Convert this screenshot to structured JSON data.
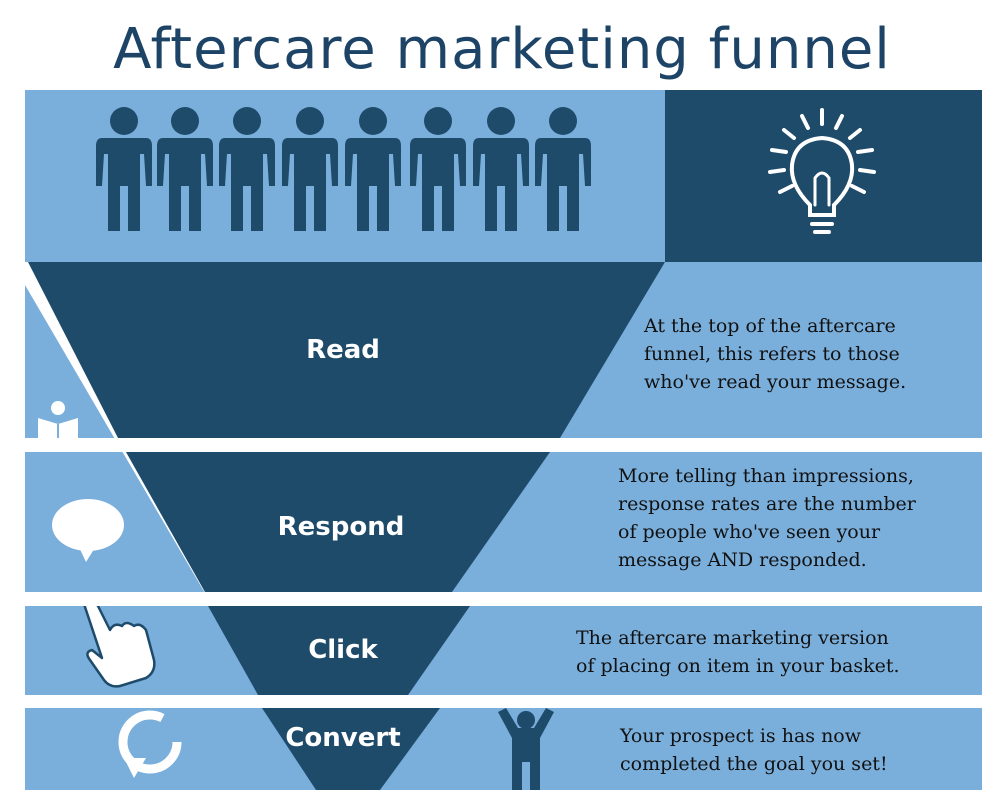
{
  "title": "Aftercare marketing funnel",
  "colors": {
    "light": "#7aaedb",
    "dark": "#1f4b6b",
    "title": "#1d4466",
    "white": "#ffffff"
  },
  "icons": [
    "people-icon",
    "lightbulb-icon",
    "reading-icon",
    "speech-bubble-icon",
    "pointer-hand-icon",
    "refresh-icon",
    "person-cheering-icon"
  ],
  "stages": [
    {
      "label": "Read",
      "description": [
        "At the top of the aftercare",
        "funnel, this refers to those",
        "who've read your message."
      ]
    },
    {
      "label": "Respond",
      "description": [
        "More telling than impressions,",
        "response rates are the number",
        "of people who've seen your",
        "message AND responded."
      ]
    },
    {
      "label": "Click",
      "description": [
        "The aftercare marketing version",
        "of placing on item in your basket."
      ]
    },
    {
      "label": "Convert",
      "description": [
        "Your prospect is has now",
        "completed the goal you set!"
      ]
    }
  ]
}
